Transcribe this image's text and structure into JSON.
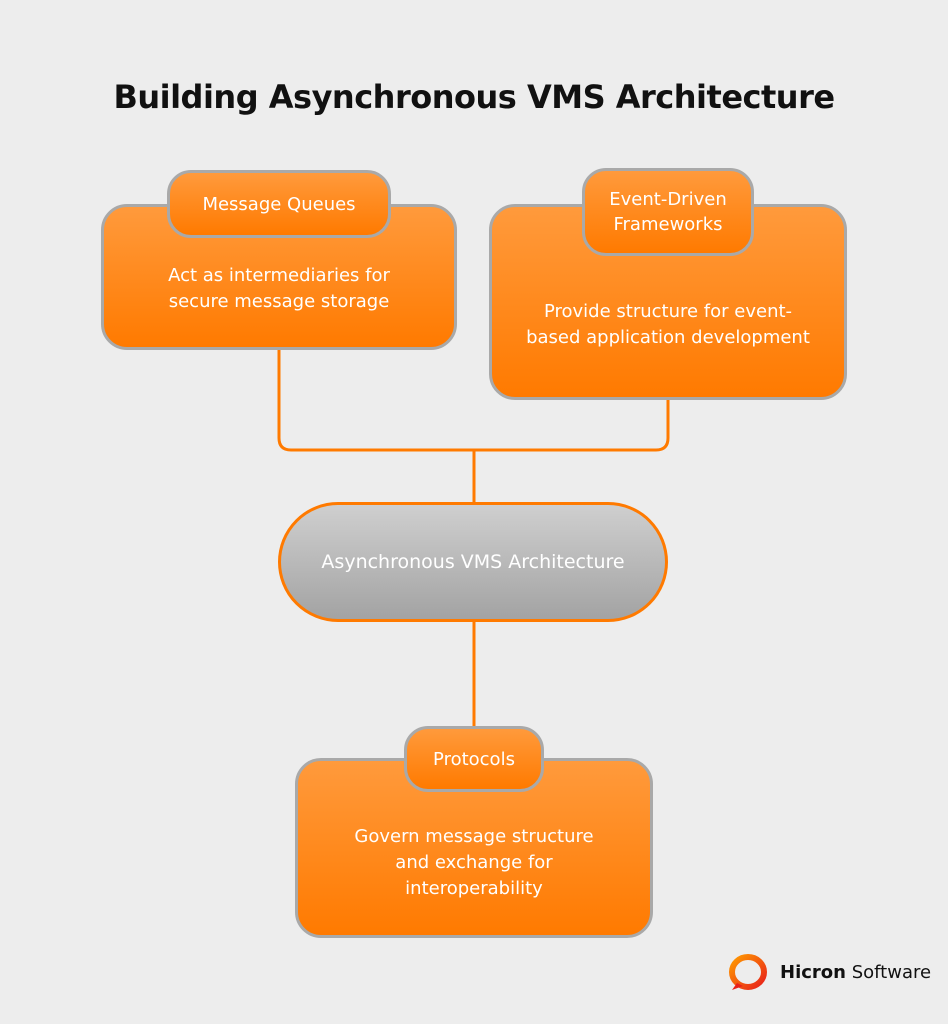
{
  "title": "Building Asynchronous VMS Architecture",
  "center": {
    "label": "Asynchronous VMS Architecture"
  },
  "nodes": [
    {
      "tag": "Message Queues",
      "text": "Act as intermediaries for secure message storage"
    },
    {
      "tag": "Event-Driven Frameworks",
      "text": "Provide structure for event-based application development"
    },
    {
      "tag": "Protocols",
      "text": "Govern message structure and exchange for interoperability"
    }
  ],
  "logo": {
    "brand": "Hicron",
    "suffix": "Software"
  },
  "colors": {
    "orange": "#ff7a00",
    "border": "#a9a9a9",
    "background": "#ededed"
  }
}
